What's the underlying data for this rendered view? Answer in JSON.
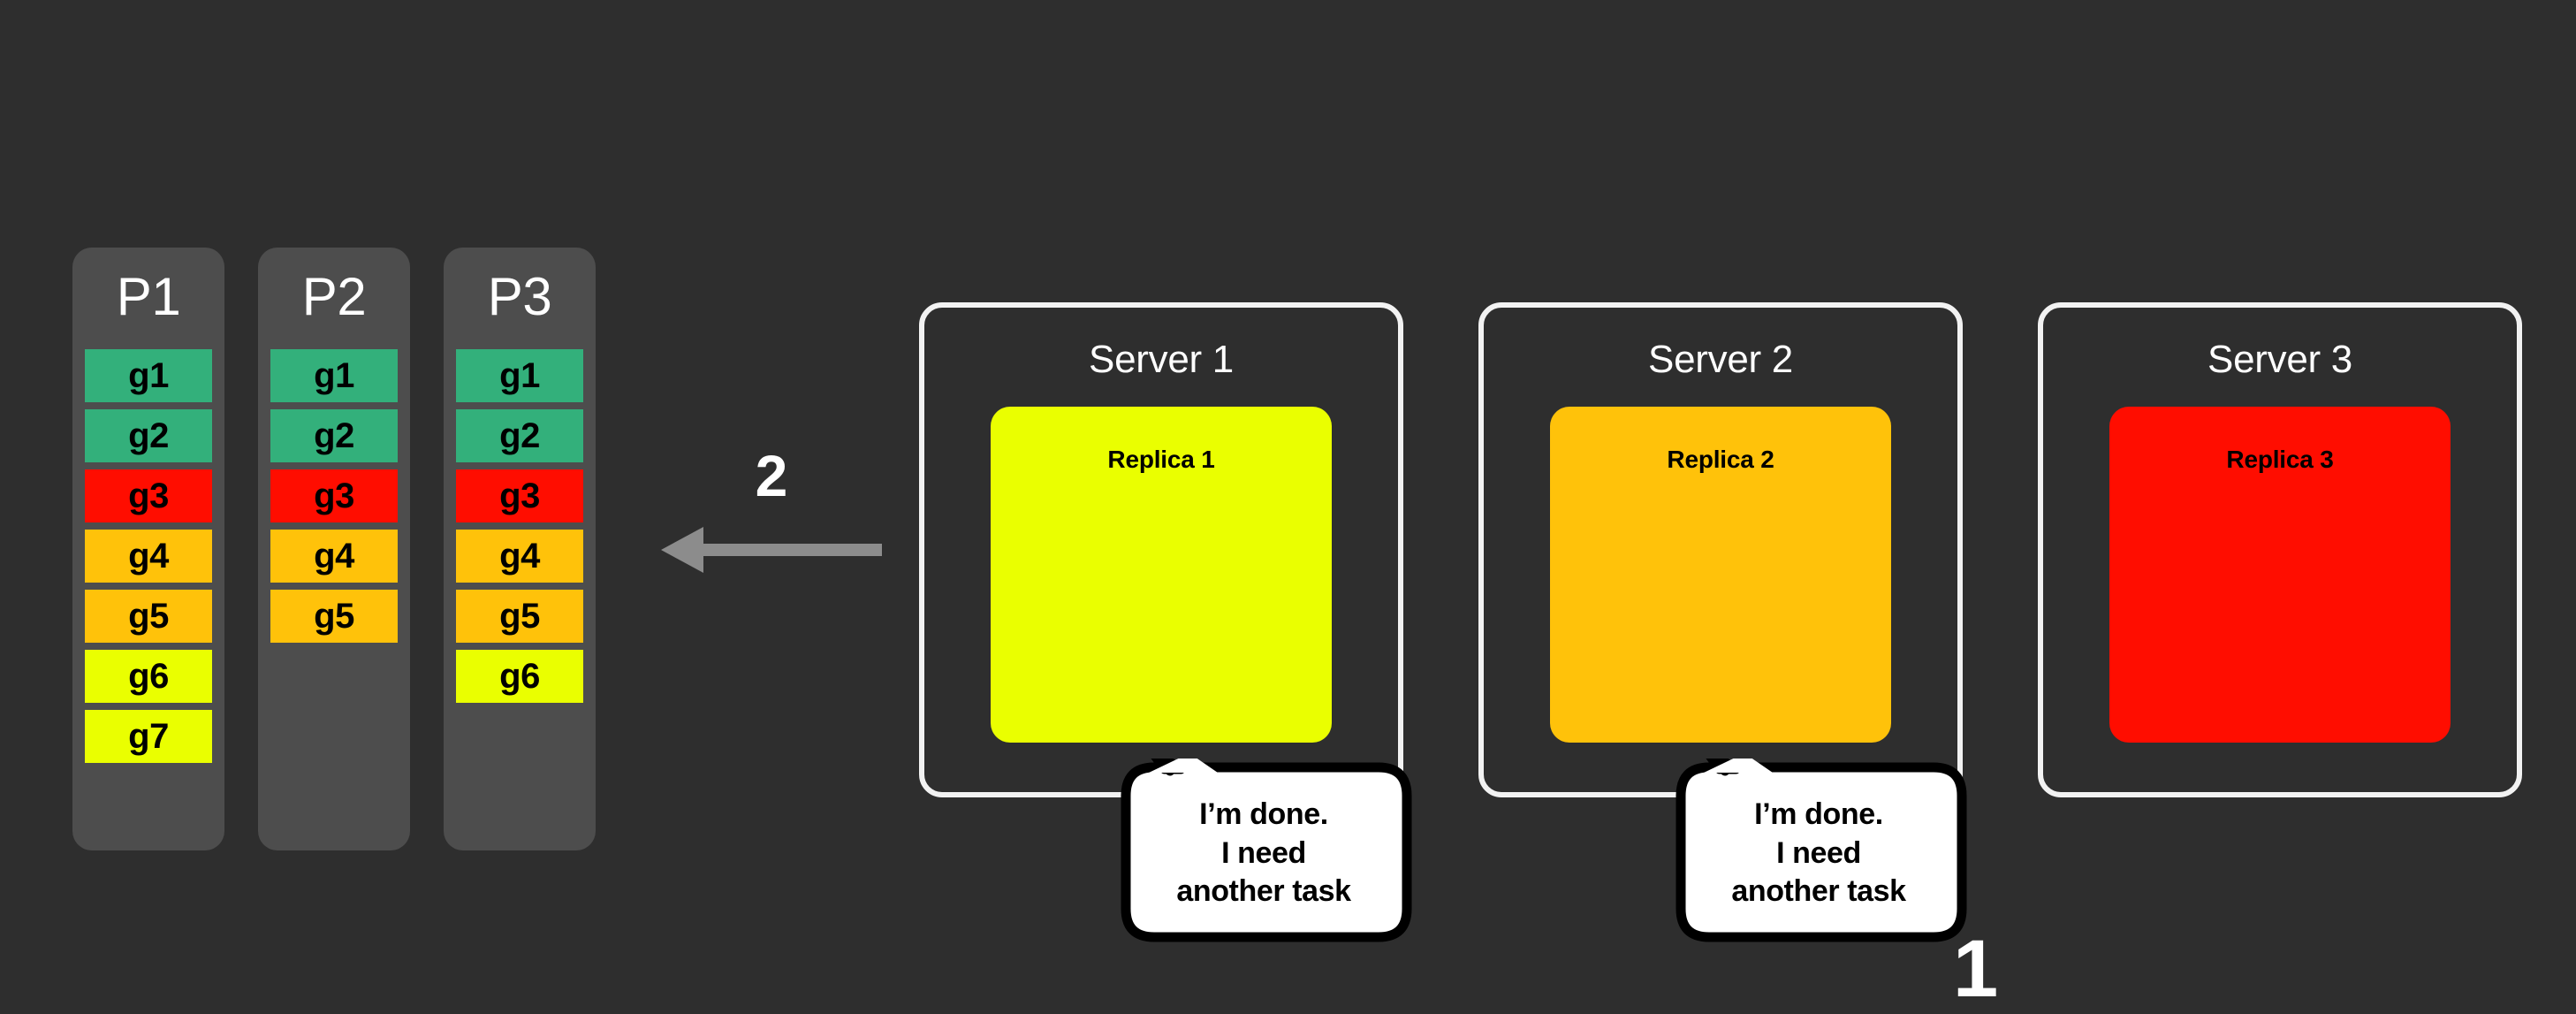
{
  "diagram": {
    "background_color": "#2e2e2e",
    "partition_bg_color": "#4d4d4d",
    "colors": {
      "green": "#33b07b",
      "red": "#ff0d00",
      "amber": "#ffc20a",
      "yellow": "#eaff00",
      "white": "#ffffff",
      "arrow_gray": "#8c8c8c"
    }
  },
  "partitions": [
    {
      "title": "P1",
      "groups": [
        {
          "label": "g1",
          "color": "#33b07b"
        },
        {
          "label": "g2",
          "color": "#33b07b"
        },
        {
          "label": "g3",
          "color": "#ff0d00"
        },
        {
          "label": "g4",
          "color": "#ffc20a"
        },
        {
          "label": "g5",
          "color": "#ffc20a"
        },
        {
          "label": "g6",
          "color": "#eaff00"
        },
        {
          "label": "g7",
          "color": "#eaff00"
        }
      ]
    },
    {
      "title": "P2",
      "groups": [
        {
          "label": "g1",
          "color": "#33b07b"
        },
        {
          "label": "g2",
          "color": "#33b07b"
        },
        {
          "label": "g3",
          "color": "#ff0d00"
        },
        {
          "label": "g4",
          "color": "#ffc20a"
        },
        {
          "label": "g5",
          "color": "#ffc20a"
        }
      ]
    },
    {
      "title": "P3",
      "groups": [
        {
          "label": "g1",
          "color": "#33b07b"
        },
        {
          "label": "g2",
          "color": "#33b07b"
        },
        {
          "label": "g3",
          "color": "#ff0d00"
        },
        {
          "label": "g4",
          "color": "#ffc20a"
        },
        {
          "label": "g5",
          "color": "#ffc20a"
        },
        {
          "label": "g6",
          "color": "#eaff00"
        }
      ]
    }
  ],
  "arrow": {
    "step_label": "2",
    "direction": "left",
    "color": "#8c8c8c"
  },
  "servers": [
    {
      "title": "Server 1",
      "replica": {
        "label": "Replica 1",
        "color": "#eaff00"
      },
      "bubble": {
        "text": "I’m done.\nI need\nanother task"
      }
    },
    {
      "title": "Server 2",
      "replica": {
        "label": "Replica 2",
        "color": "#ffc20a"
      },
      "bubble": {
        "text": "I’m done.\nI need\nanother task"
      }
    },
    {
      "title": "Server 3",
      "replica": {
        "label": "Replica 3",
        "color": "#ff0d00"
      },
      "bubble": null
    }
  ],
  "step_labels": {
    "request_step": "1",
    "assign_step": "2"
  }
}
